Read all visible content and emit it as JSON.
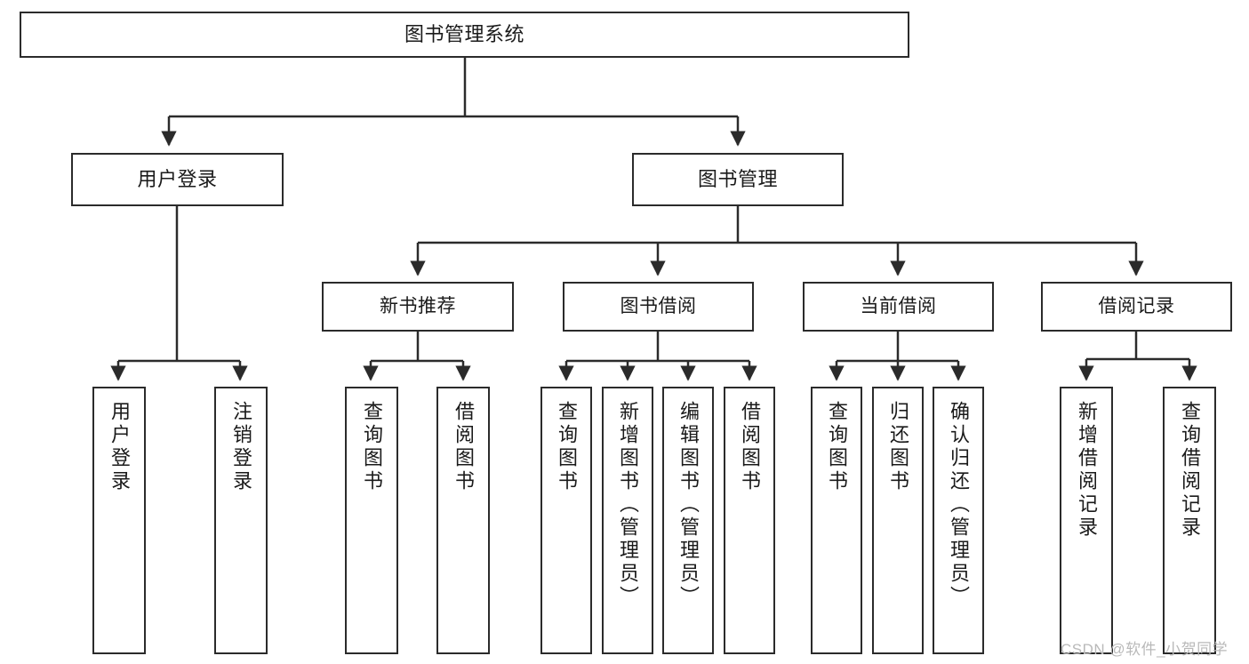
{
  "diagram": {
    "title": "图书管理系统",
    "type": "tree-hierarchy-functional-structure",
    "watermark": "CSDN @软件_小贺同学",
    "colors": {
      "box_border": "#2b2b2b",
      "box_fill": "#ffffff",
      "edge": "#2b2b2b",
      "text": "#1a1a1a",
      "watermark": "#b9b9b9",
      "background": "#ffffff"
    },
    "nodes": {
      "root": {
        "label": "图书管理系统"
      },
      "level1": [
        {
          "id": "user-login",
          "label": "用户登录"
        },
        {
          "id": "book-management",
          "label": "图书管理"
        }
      ],
      "level2": [
        {
          "id": "new-book-recommend",
          "label": "新书推荐"
        },
        {
          "id": "book-borrow",
          "label": "图书借阅"
        },
        {
          "id": "current-borrow",
          "label": "当前借阅"
        },
        {
          "id": "borrow-record",
          "label": "借阅记录"
        }
      ],
      "leaves": {
        "user_login": [
          {
            "id": "leaf-user-login",
            "label": "用户登录"
          },
          {
            "id": "leaf-logout-login",
            "label": "注销登录"
          }
        ],
        "new_book_recommend": [
          {
            "id": "leaf-query-book-1",
            "label": "查询图书"
          },
          {
            "id": "leaf-borrow-book-1",
            "label": "借阅图书"
          }
        ],
        "book_borrow": [
          {
            "id": "leaf-query-book-2",
            "label": "查询图书"
          },
          {
            "id": "leaf-add-book",
            "label": "新增图书（管理员）"
          },
          {
            "id": "leaf-edit-book",
            "label": "编辑图书（管理员）"
          },
          {
            "id": "leaf-borrow-book-2",
            "label": "借阅图书"
          }
        ],
        "current_borrow": [
          {
            "id": "leaf-query-book-3",
            "label": "查询图书"
          },
          {
            "id": "leaf-return-book",
            "label": "归还图书"
          },
          {
            "id": "leaf-confirm-return",
            "label": "确认归还（管理员）"
          }
        ],
        "borrow_record": [
          {
            "id": "leaf-add-borrow-record",
            "label": "新增借阅记录"
          },
          {
            "id": "leaf-query-borrow-record",
            "label": "查询借阅记录"
          }
        ]
      }
    }
  }
}
